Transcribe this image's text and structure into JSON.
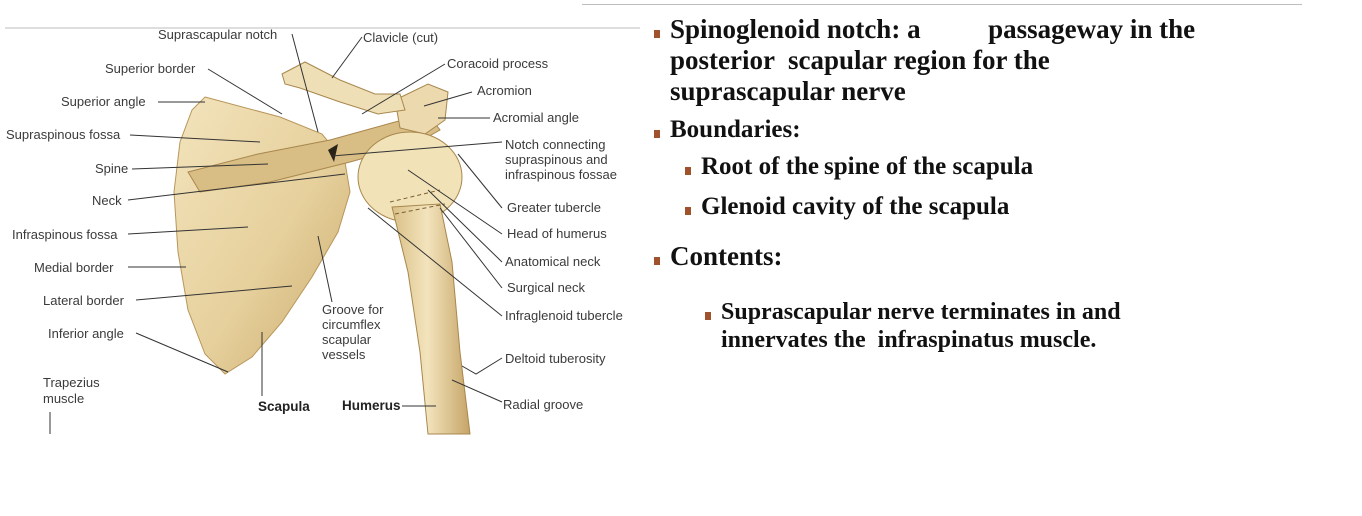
{
  "figure": {
    "labels_left": {
      "suprascapular_notch": "Suprascapular notch",
      "superior_border": "Superior border",
      "superior_angle": "Superior angle",
      "supraspinous_fossa": "Supraspinous fossa",
      "spine": "Spine",
      "neck": "Neck",
      "infraspinous_fossa": "Infraspinous fossa",
      "medial_border": "Medial border",
      "lateral_border": "Lateral border",
      "inferior_angle": "Inferior angle",
      "trapezius_muscle_line1": "Trapezius",
      "trapezius_muscle_line2": "muscle"
    },
    "labels_right": {
      "clavicle": "Clavicle (cut)",
      "coracoid_process": "Coracoid process",
      "acromion": "Acromion",
      "acromial_angle": "Acromial angle",
      "notch_line1": "Notch connecting",
      "notch_line2": "supraspinous and",
      "notch_line3": "infraspinous fossae",
      "greater_tubercle": "Greater tubercle",
      "head_of_humerus": "Head of humerus",
      "anatomical_neck": "Anatomical neck",
      "surgical_neck": "Surgical neck",
      "infraglenoid_tubercle": "Infraglenoid tubercle",
      "deltoid_tuberosity": "Deltoid tuberosity",
      "radial_groove": "Radial groove"
    },
    "labels_center": {
      "groove_line1": "Groove for",
      "groove_line2": "circumflex",
      "groove_line3": "scapular",
      "groove_line4": "vessels",
      "scapula": "Scapula",
      "humerus": "Humerus"
    }
  },
  "bullets": {
    "b1_line1": "Spinoglenoid notch: a          passageway in the",
    "b1_line2": "posterior  scapular region for the",
    "b1_line3": "suprascapular nerve",
    "b2": "Boundaries:",
    "b2a": "Root of the spine of the scapula",
    "b2b": "Glenoid cavity of the scapula",
    "b3": "Contents:",
    "b3a_line1": "Suprascapular nerve terminates in and",
    "b3a_line2": "innervates the  infraspinatus muscle."
  },
  "colors": {
    "bullet_marker": "#a0522d",
    "bone": "#e9d6a8",
    "bone_shade": "#c9ad73"
  }
}
